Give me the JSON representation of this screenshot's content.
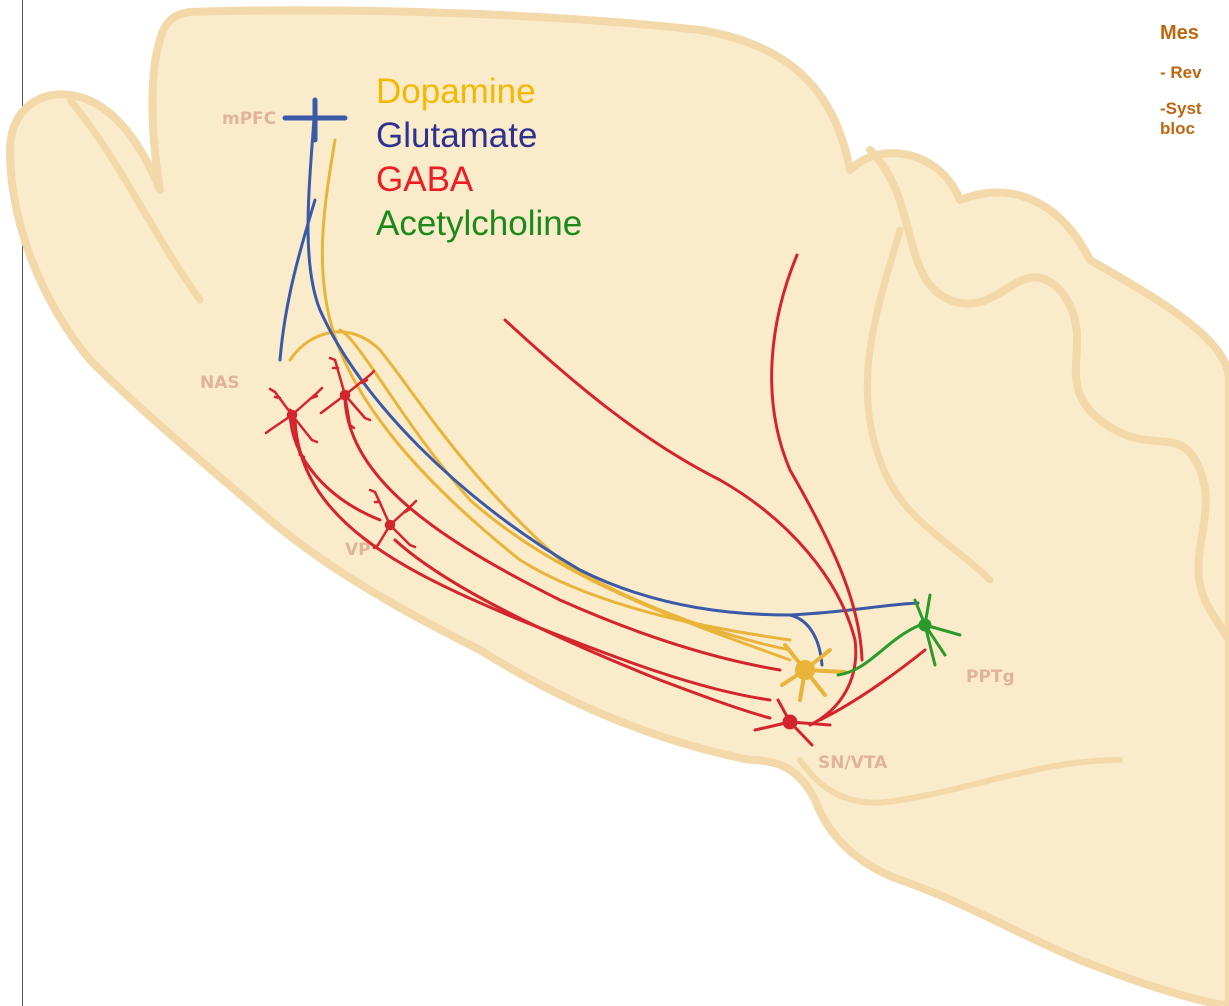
{
  "legend": {
    "dopamine": {
      "label": "Dopamine",
      "color": "#f5b800"
    },
    "glutamate": {
      "label": "Glutamate",
      "color": "#2e3192"
    },
    "gaba": {
      "label": "GABA",
      "color": "#ee1c24"
    },
    "acetylcholine": {
      "label": "Acetylcholine",
      "color": "#1a8a1a"
    }
  },
  "regions": {
    "mpfc": "mPFC",
    "nas": "NAS",
    "vp": "VP",
    "pptg": "PPTg",
    "snvta": "SN/VTA"
  },
  "side_text": {
    "heading": "Mes",
    "line1": "- Rev",
    "line2a": "-Syst",
    "line2b": "bloc"
  },
  "colors": {
    "brain_fill": "#faebcb",
    "brain_outline": "#f3d8aa",
    "pathway_dopamine": "#e9b43a",
    "pathway_glutamate": "#3a5aa8",
    "pathway_gaba": "#d4252e",
    "pathway_acetylcholine": "#2a9a2a",
    "side_text": "#c0650f"
  }
}
